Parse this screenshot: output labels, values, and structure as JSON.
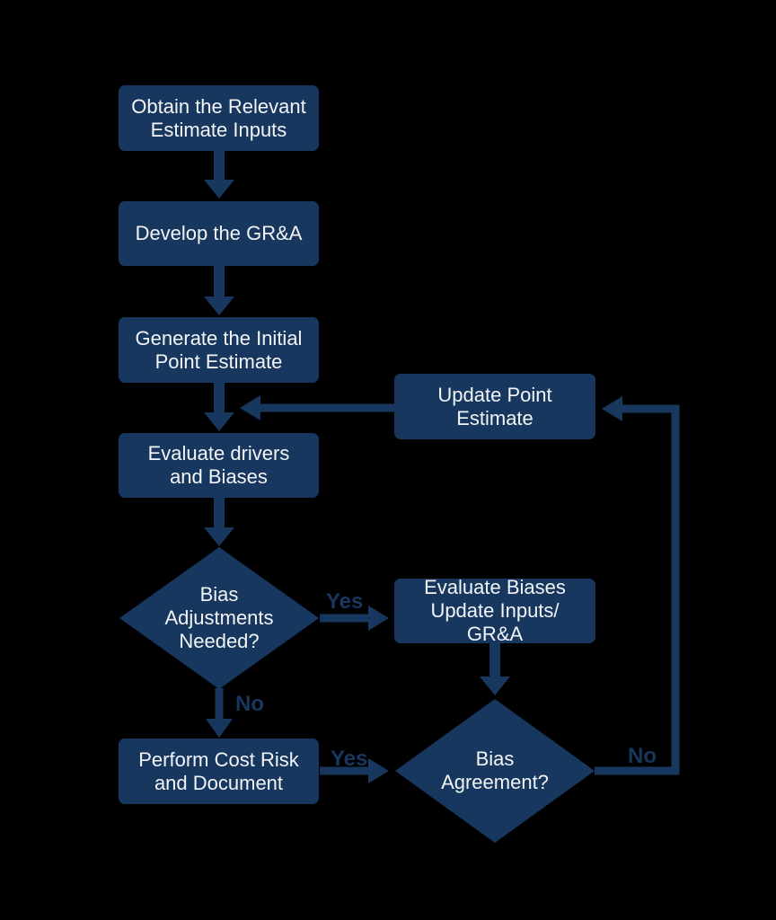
{
  "canvas": {
    "background": "#000000"
  },
  "palette": {
    "node_fill": "#17375e",
    "node_text": "#f2f4f7",
    "connector": "#17375e",
    "edge_label_text": "#17375e"
  },
  "nodes": {
    "obtain": {
      "type": "process",
      "label": "Obtain the Relevant\nEstimate Inputs"
    },
    "develop": {
      "type": "process",
      "label": "Develop the GR&A"
    },
    "generate": {
      "type": "process",
      "label": "Generate the Initial\nPoint Estimate"
    },
    "evaluate_drivers": {
      "type": "process",
      "label": "Evaluate drivers\nand Biases"
    },
    "update_point": {
      "type": "process",
      "label": "Update Point\nEstimate"
    },
    "evaluate_biases": {
      "type": "process",
      "label": "Evaluate Biases\nUpdate Inputs/\nGR&A"
    },
    "perform_cost_risk": {
      "type": "process",
      "label": "Perform Cost Risk\nand Document"
    },
    "bias_adjustments": {
      "type": "decision",
      "label": "Bias\nAdjustments\nNeeded?"
    },
    "bias_agreement": {
      "type": "decision",
      "label": "Bias\nAgreement?"
    }
  },
  "edge_labels": {
    "bias_adjustments_yes": "Yes",
    "bias_adjustments_no": "No",
    "perform_yes": "Yes",
    "bias_agreement_no": "No"
  }
}
